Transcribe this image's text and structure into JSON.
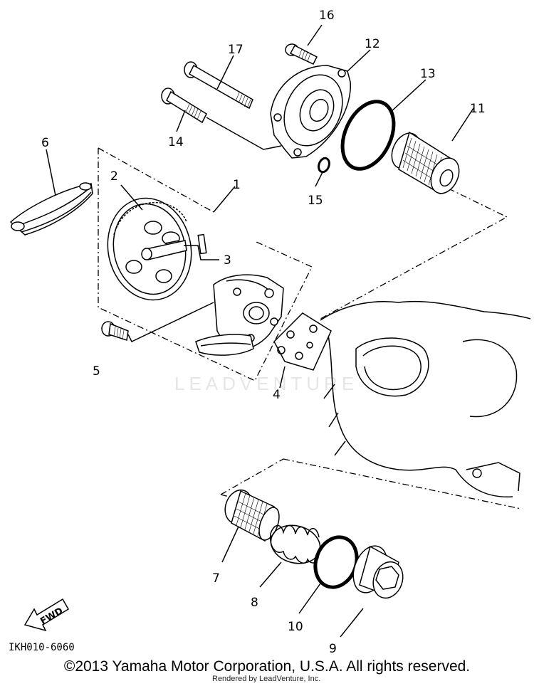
{
  "diagram": {
    "code": "IKH010-6060",
    "watermark": "LEADVENTURE",
    "rendered_by": "Rendered by LeadVenture, Inc.",
    "fwd_label": "FWD",
    "copyright": "©2013 Yamaha Motor Corporation, U.S.A. All rights reserved.",
    "callouts": {
      "c1": "1",
      "c2": "2",
      "c3": "3",
      "c4": "4",
      "c5": "5",
      "c6": "6",
      "c7": "7",
      "c8": "8",
      "c9": "9",
      "c10": "10",
      "c11": "11",
      "c12": "12",
      "c13": "13",
      "c14": "14",
      "c15": "15",
      "c16": "16",
      "c17": "17"
    }
  }
}
